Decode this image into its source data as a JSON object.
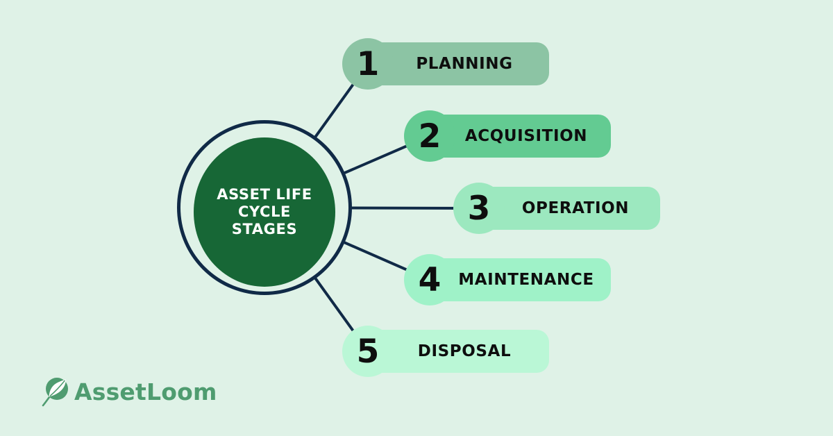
{
  "background": "#DFF2E7",
  "palette": {
    "navy": "#102A47",
    "center_green": "#176736",
    "text_dark": "#0E0E0E",
    "logo_green": "#4F9C70"
  },
  "center": {
    "title_lines": [
      "ASSET LIFE",
      "CYCLE",
      "STAGES"
    ]
  },
  "stages": [
    {
      "number": "1",
      "label": "PLANNING",
      "color": "#8CC4A4"
    },
    {
      "number": "2",
      "label": "ACQUISITION",
      "color": "#63CB92"
    },
    {
      "number": "3",
      "label": "OPERATION",
      "color": "#9CE8BF"
    },
    {
      "number": "4",
      "label": "MAINTENANCE",
      "color": "#9FF2C8"
    },
    {
      "number": "5",
      "label": "DISPOSAL",
      "color": "#BAF7D6"
    }
  ],
  "logo": {
    "text": "AssetLoom",
    "icon": "leaf-icon"
  }
}
